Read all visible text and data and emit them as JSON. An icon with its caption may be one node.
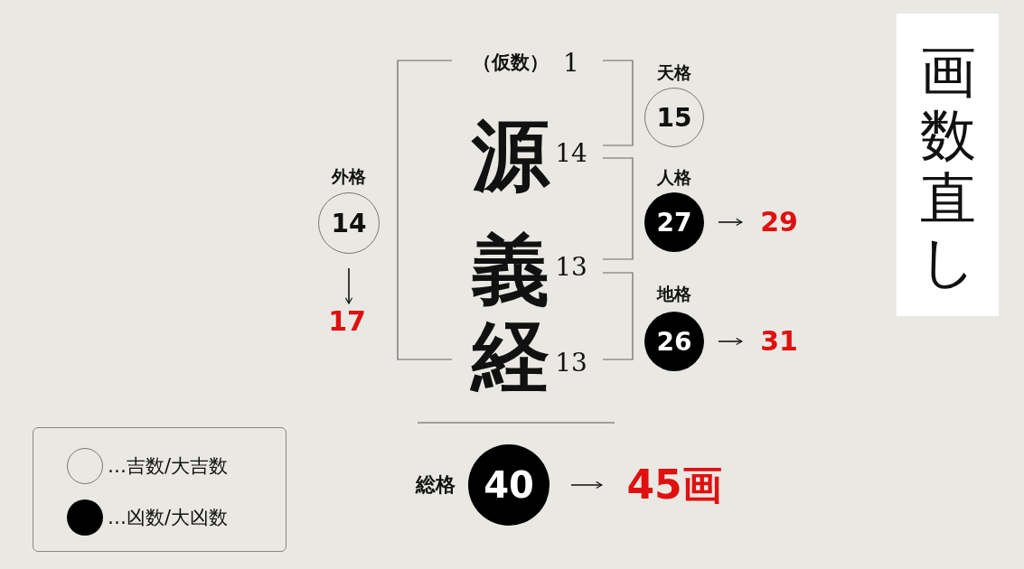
{
  "diagram": {
    "title": "画数直し",
    "nodes": [
      {
        "text": [
          "天格",
          "15"
        ]
      },
      {
        "text": [
          "外格",
          "14"
        ]
      },
      {
        "text": [
          "人格",
          "27"
        ]
      },
      {
        "text": [
          "29"
        ]
      },
      {
        "text": [
          "17"
        ]
      },
      {
        "text": [
          "地格",
          "26"
        ]
      },
      {
        "text": [
          "31"
        ]
      },
      {
        "text": [
          "総格",
          "40"
        ]
      },
      {
        "text": [
          "45画"
        ]
      }
    ],
    "edges": [
      {
        "from": 2,
        "to": 3,
        "arrow": "to"
      },
      {
        "from": 1,
        "to": 4,
        "arrow": "to"
      },
      {
        "from": 5,
        "to": 6,
        "arrow": "to"
      },
      {
        "from": 7,
        "to": 8,
        "arrow": "to"
      }
    ],
    "labels": [
      "（仮数）",
      "1",
      "源",
      "14",
      "義",
      "13",
      "経",
      "13"
    ],
    "legend": [
      {
        "text": "…吉数/大吉数"
      },
      {
        "text": "…凶数/大凶数"
      }
    ]
  }
}
